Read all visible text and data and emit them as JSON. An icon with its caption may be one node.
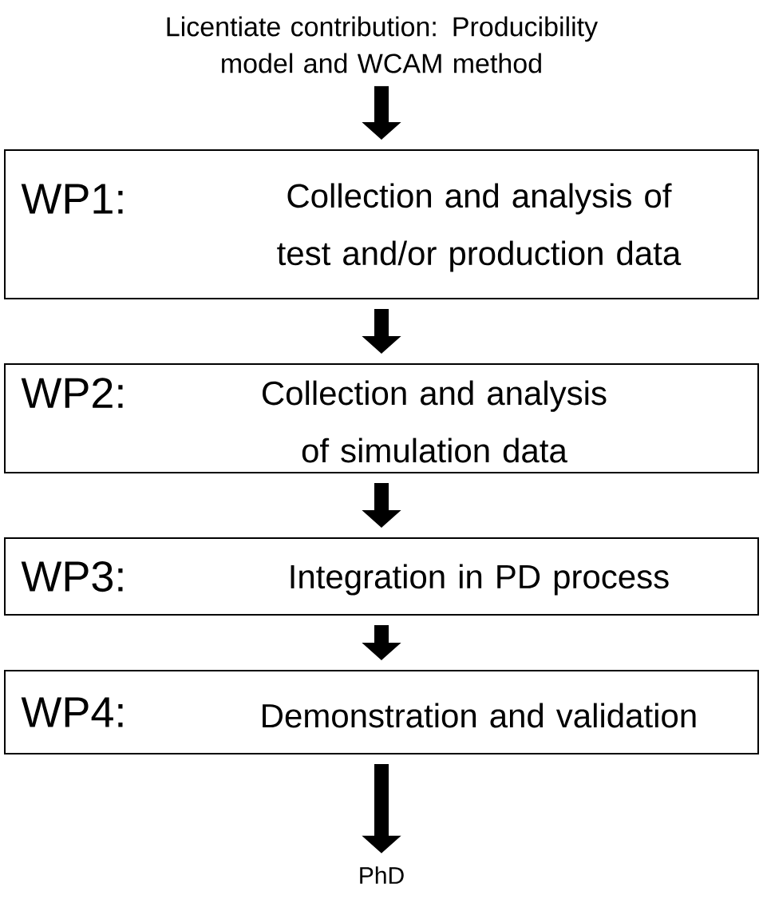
{
  "diagram": {
    "nodes": [
      {
        "text": [
          "Licentiate contribution: Producibility model and WCAM method"
        ]
      },
      {
        "text": [
          "WP1:",
          "Collection and analysis of test and/or production data"
        ]
      },
      {
        "text": [
          "WP2:",
          "Collection and analysis of simulation data"
        ]
      },
      {
        "text": [
          "WP3:",
          "Integration in PD process"
        ]
      },
      {
        "text": [
          "WP4:",
          "Demonstration and validation"
        ]
      },
      {
        "text": [
          "PhD"
        ]
      }
    ],
    "edges": [
      {
        "from": 0,
        "to": 1,
        "arrow": "to"
      },
      {
        "from": 1,
        "to": 2,
        "arrow": "to"
      },
      {
        "from": 2,
        "to": 3,
        "arrow": "to"
      },
      {
        "from": 3,
        "to": 4,
        "arrow": "to"
      },
      {
        "from": 4,
        "to": 5,
        "arrow": "to"
      }
    ]
  }
}
